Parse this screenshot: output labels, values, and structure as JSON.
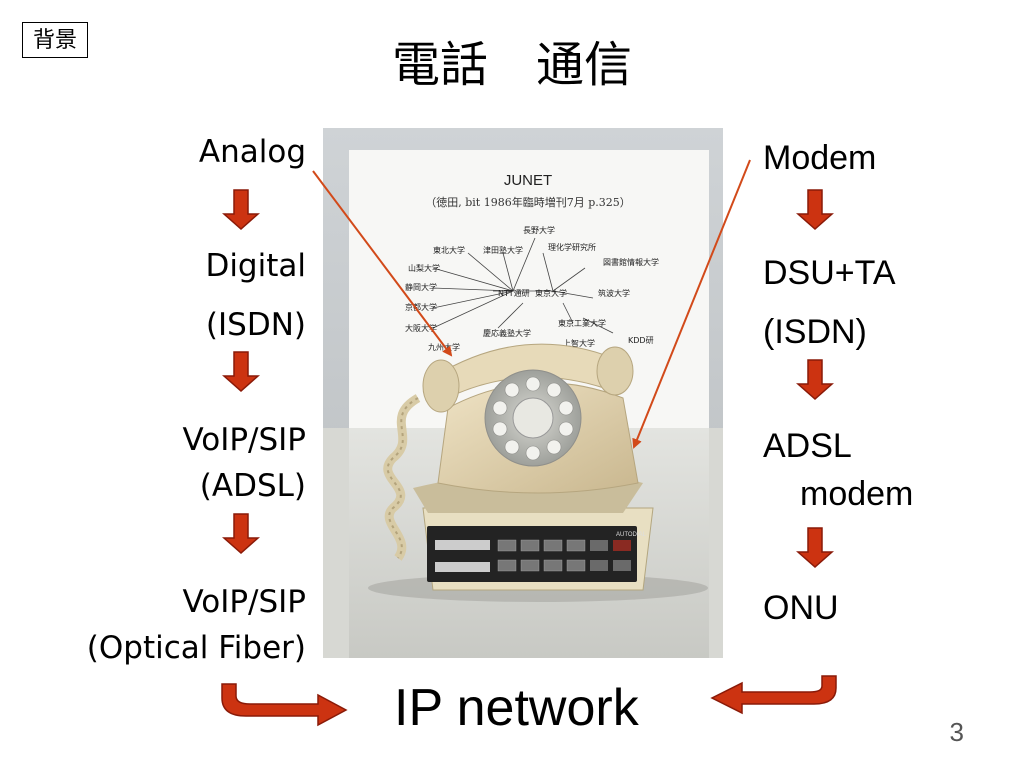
{
  "tag": "背景",
  "title": "電話　通信",
  "left_steps": [
    "Analog",
    "Digital",
    "(ISDN)",
    "VoIP/SIP",
    "(ADSL)",
    "VoIP/SIP",
    "(Optical Fiber)"
  ],
  "right_steps": [
    "Modem",
    "DSU+TA",
    "(ISDN)",
    "ADSL",
    "modem",
    "ONU"
  ],
  "bottom": "IP network",
  "page_number": "3",
  "photo": {
    "junet_title": "JUNET",
    "junet_subtitle": "（徳田, bit 1986年臨時増刊7月 p.325）",
    "hub": "NTT通研",
    "center_node": "東京大学",
    "nodes": [
      "長野大学",
      "東北大学",
      "津田塾大学",
      "理化学研究所",
      "図書館情報大学",
      "山梨大学",
      "静岡大学",
      "京都大学",
      "大阪大学",
      "九州大学",
      "筑波大学",
      "慶応義塾大学",
      "東京工業大学",
      "上智大学",
      "KDD研"
    ],
    "device_label": "AUTODIAL"
  },
  "colors": {
    "arrow": "#cc3311",
    "arrow_edge": "#8a1a08",
    "pointer": "#d24a1a"
  }
}
